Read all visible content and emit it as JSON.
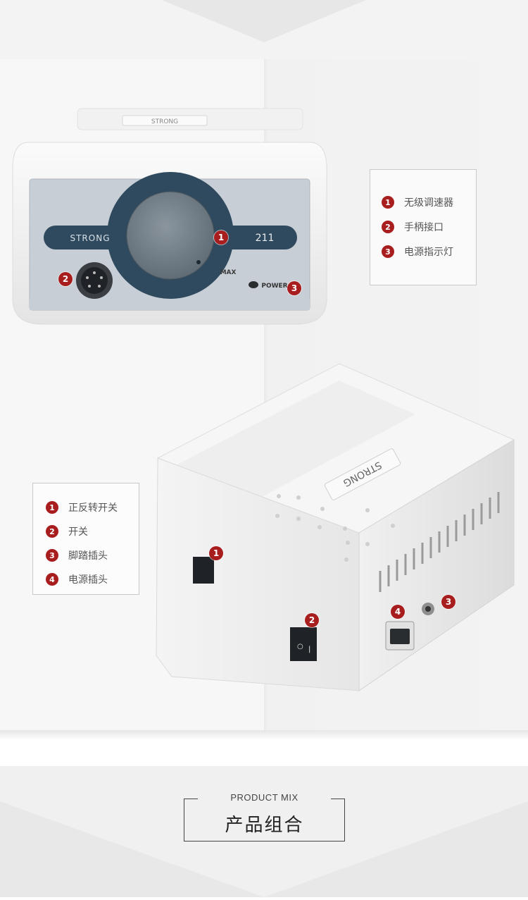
{
  "top_legend": {
    "items": [
      {
        "num": "1",
        "label": "无级调速器"
      },
      {
        "num": "2",
        "label": "手柄接口"
      },
      {
        "num": "3",
        "label": "电源指示灯"
      }
    ]
  },
  "bottom_legend": {
    "items": [
      {
        "num": "1",
        "label": "正反转开关"
      },
      {
        "num": "2",
        "label": "开关"
      },
      {
        "num": "3",
        "label": "脚踏插头"
      },
      {
        "num": "4",
        "label": "电源插头"
      }
    ]
  },
  "device_front": {
    "top_plate_label": "STRONG",
    "brand": "STRONG",
    "model": "211",
    "max_label": "MAX",
    "power_label": "POWER",
    "callouts": [
      "1",
      "2",
      "3"
    ]
  },
  "device_back": {
    "top_plate_label": "STRONG",
    "callouts": [
      "1",
      "2",
      "3",
      "4"
    ]
  },
  "section_title": {
    "en": "PRODUCT MIX",
    "cn": "产品组合"
  },
  "colors": {
    "accent_red": "#a81d1d",
    "panel_navy": "#2f4a5e",
    "panel_gray": "#c5ccd3",
    "knob_gray": "#6e7a84"
  }
}
